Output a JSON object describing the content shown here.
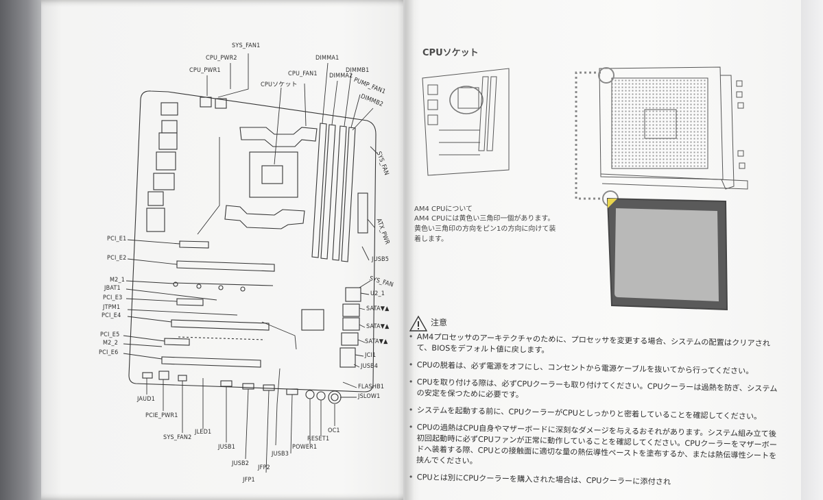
{
  "board_labels": [
    {
      "id": "sys_fan1",
      "text": "SYS_FAN1"
    },
    {
      "id": "cpu_pwr2",
      "text": "CPU_PWR2"
    },
    {
      "id": "cpu_pwr1",
      "text": "CPU_PWR1"
    },
    {
      "id": "cpu_socket",
      "text": "CPUソケット"
    },
    {
      "id": "cpu_fan1",
      "text": "CPU_FAN1"
    },
    {
      "id": "dimma1",
      "text": "DIMMA1"
    },
    {
      "id": "dimma2",
      "text": "DIMMA2"
    },
    {
      "id": "dimmb1",
      "text": "DIMMB1"
    },
    {
      "id": "pump_fan1",
      "text": "PUMP_FAN1"
    },
    {
      "id": "dimmb2",
      "text": "DIMMB2"
    },
    {
      "id": "sys_fan_r1",
      "text": "SYS_FAN"
    },
    {
      "id": "atx_pwr",
      "text": "ATX_PWR"
    },
    {
      "id": "jusb5",
      "text": "JUSB5"
    },
    {
      "id": "sys_fan_r2",
      "text": "SYS_FAN"
    },
    {
      "id": "u2_1",
      "text": "U2_1"
    },
    {
      "id": "sata1",
      "text": "SATA▼▲"
    },
    {
      "id": "sata2",
      "text": "SATA▼▲"
    },
    {
      "id": "sata3",
      "text": "SATA▼▲"
    },
    {
      "id": "jci1",
      "text": "JCI1"
    },
    {
      "id": "jusb4",
      "text": "JUSB4"
    },
    {
      "id": "flashb1",
      "text": "FLASHB1"
    },
    {
      "id": "jslow1",
      "text": "JSLOW1"
    },
    {
      "id": "pci_e1",
      "text": "PCI_E1"
    },
    {
      "id": "pci_e2",
      "text": "PCI_E2"
    },
    {
      "id": "m2_1",
      "text": "M2_1"
    },
    {
      "id": "jbat1",
      "text": "JBAT1"
    },
    {
      "id": "pci_e3",
      "text": "PCI_E3"
    },
    {
      "id": "jtpm1",
      "text": "JTPM1"
    },
    {
      "id": "pci_e4",
      "text": "PCI_E4"
    },
    {
      "id": "pci_e5",
      "text": "PCI_E5"
    },
    {
      "id": "m2_2",
      "text": "M2_2"
    },
    {
      "id": "pci_e6",
      "text": "PCI_E6"
    },
    {
      "id": "jaud1",
      "text": "JAUD1"
    },
    {
      "id": "pcie_pwr1",
      "text": "PCIE_PWR1"
    },
    {
      "id": "sys_fan2",
      "text": "SYS_FAN2"
    },
    {
      "id": "jled1",
      "text": "JLED1"
    },
    {
      "id": "jusb1",
      "text": "JUSB1"
    },
    {
      "id": "jusb2",
      "text": "JUSB2"
    },
    {
      "id": "jfp2",
      "text": "JFP2"
    },
    {
      "id": "jfp1",
      "text": "JFP1"
    },
    {
      "id": "jusb3",
      "text": "JUSB3"
    },
    {
      "id": "power1",
      "text": "POWER1"
    },
    {
      "id": "reset1",
      "text": "RESET1"
    },
    {
      "id": "oc1",
      "text": "OC1"
    }
  ],
  "right_page": {
    "title": "CPUソケット",
    "subtitle": "AM4 CPUについて",
    "description": "AM4 CPUには黄色い三角印一個があります。黄色い三角印の方向をピン1の方向に向けて装着します。",
    "caution_title": "注意",
    "notes": [
      "AM4プロセッサのアーキテクチャのために、プロセッサを変更する場合、システムの配置はクリアされて、BIOSをデフォルト値に戻します。",
      "CPUの脱着は、必ず電源をオフにし、コンセントから電源ケーブルを抜いてから行ってください。",
      "CPUを取り付ける際は、必ずCPUクーラーも取り付けてください。CPUクーラーは過熱を防ぎ、システムの安定を保つために必要です。",
      "システムを起動する前に、CPUクーラーがCPUとしっかりと密着していることを確認してください。",
      "CPUの過熱はCPU自身やマザーボードに深刻なダメージを与えるおそれがあります。システム組み立て後初回起動時に必ずCPUファンが正常に動作していることを確認してください。CPUクーラーをマザーボードへ装着する際、CPUとの接触面に適切な量の熱伝導性ペーストを塗布するか、または熱伝導性シートを挟んでください。",
      "CPUとは別にCPUクーラーを購入された場合は、CPUクーラーに添付され"
    ]
  }
}
